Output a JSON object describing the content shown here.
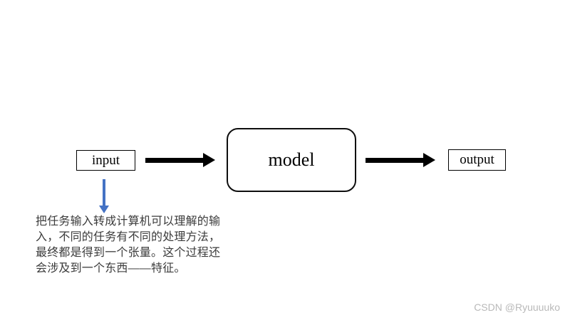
{
  "diagram": {
    "input_label": "input",
    "model_label": "model",
    "output_label": "output"
  },
  "annotation": {
    "lines": [
      "把任务输入转成计算机可以理解的输",
      "入，不同的任务有不同的处理方法，",
      "最终都是得到一个张量。这个过程还",
      "会涉及到一个东西——特征。"
    ]
  },
  "watermark": "CSDN @Ryuuuuko",
  "colors": {
    "arrow_black": "#000000",
    "annotation_arrow_blue": "#4472C4",
    "watermark_gray": "#b9b9b9",
    "annotation_text": "#3b3b3b"
  }
}
